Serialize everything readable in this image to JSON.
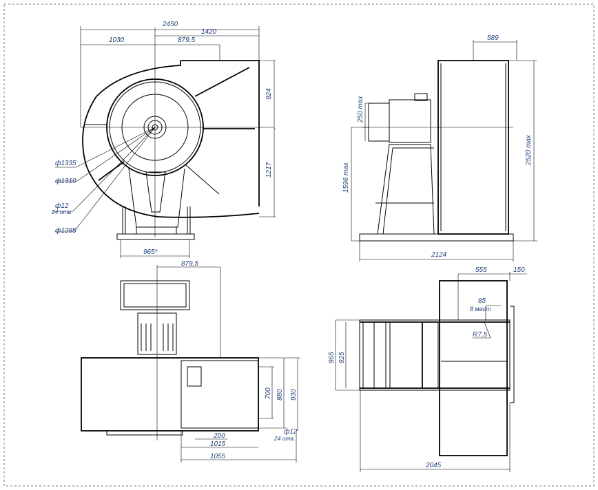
{
  "front_view": {
    "dims": {
      "overall_width": "2450",
      "right_width": "1420",
      "left_width": "1030",
      "outlet_offset": "879,5",
      "upper_height": "924",
      "lower_height": "1217",
      "base_width": "965*"
    },
    "diameters": {
      "d1335": "ф1335",
      "d1310": "ф1310",
      "d12": "ф12",
      "d12_holes": "24 отв.",
      "d1285": "ф1285"
    }
  },
  "side_view": {
    "dims": {
      "outlet_depth": "589",
      "overall_height": "2520 max",
      "axis_height": "1596 max",
      "motor_offset": "250 max",
      "overall_length": "2124"
    }
  },
  "plan_view": {
    "dims": {
      "outlet_offset": "879,5",
      "flange_700": "700",
      "flange_880": "880",
      "flange_930": "930",
      "pitch_200": "200",
      "flange_1015": "1015",
      "flange_1055": "1055",
      "hole_diameter": "ф12",
      "hole_count": "24 отв."
    }
  },
  "base_view": {
    "dims": {
      "width_555": "555",
      "width_150": "150",
      "slot_85": "85",
      "slot_count": "8 мест",
      "radius": "R7,5",
      "width_965": "965",
      "width_925": "925",
      "length_2045": "2045"
    }
  }
}
